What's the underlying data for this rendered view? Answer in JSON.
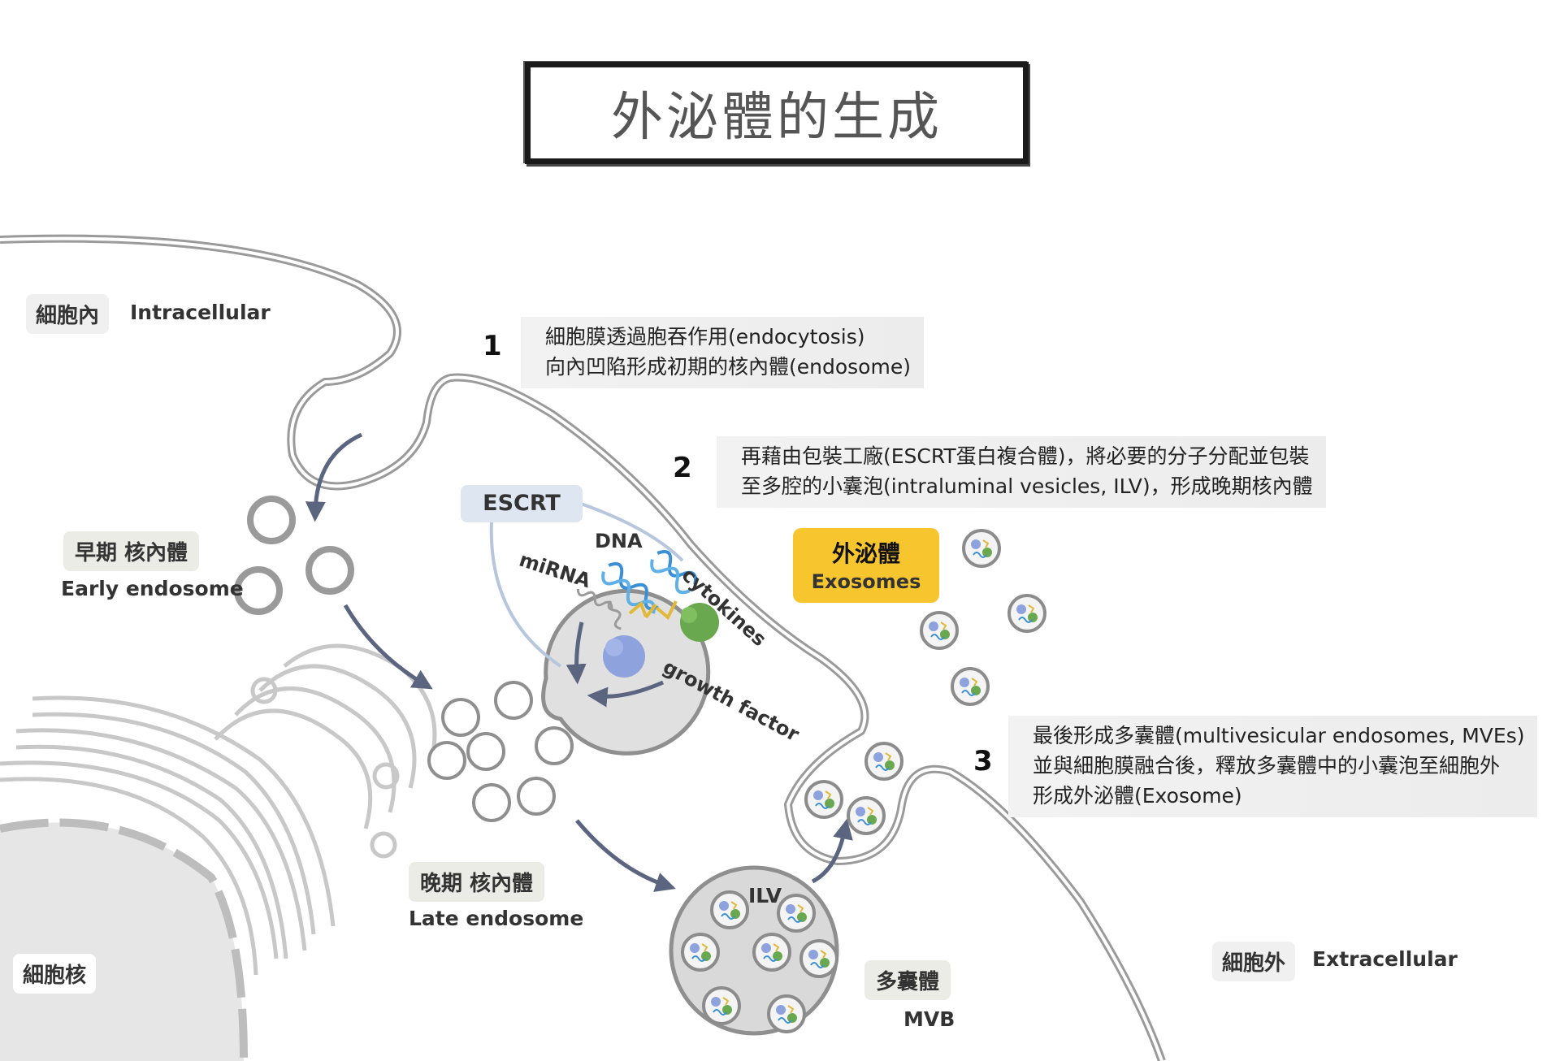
{
  "title": "外泌體的生成",
  "regions": {
    "intracellular_zh": "細胞內",
    "intracellular_en": "Intracellular",
    "extracellular_zh": "細胞外",
    "extracellular_en": "Extracellular",
    "nucleus_zh": "細胞核"
  },
  "steps": [
    {
      "number": "1",
      "lines": [
        "細胞膜透過胞吞作用(endocytosis)",
        "向內凹陷形成初期的核內體(endosome)"
      ]
    },
    {
      "number": "2",
      "lines": [
        "再藉由包裝工廠(ESCRT蛋白複合體)，將必要的分子分配並包裝",
        "至多腔的小囊泡(intraluminal vesicles, ILV)，形成晚期核內體"
      ]
    },
    {
      "number": "3",
      "lines": [
        "最後形成多囊體(multivesicular endosomes, MVEs)",
        "並與細胞膜融合後，釋放多囊體中的小囊泡至細胞外",
        "形成外泌體(Exosome)"
      ]
    }
  ],
  "structures": {
    "early_endosome_zh": "早期 核內體",
    "early_endosome_en": "Early endosome",
    "late_endosome_zh": "晚期 核內體",
    "late_endosome_en": "Late endosome",
    "mvb_zh": "多囊體",
    "mvb_en": "MVB",
    "ilv": "ILV",
    "exosomes_zh": "外泌體",
    "exosomes_en": "Exosomes",
    "escrt": "ESCRT"
  },
  "molecules": {
    "dna": "DNA",
    "mirna": "miRNA",
    "cytokines": "cytokines",
    "growth_factor": "growth factor"
  },
  "colors": {
    "membrane": "#9a9a9a",
    "arrow": "#5b6580",
    "exosome_badge": "#f7c62f",
    "escrt_box": "#dde6f1",
    "dna_blue": "#3b8fd6",
    "protein_green": "#6aa84f",
    "protein_blue": "#8ea3de",
    "growth_factor": "#e0b83a"
  }
}
